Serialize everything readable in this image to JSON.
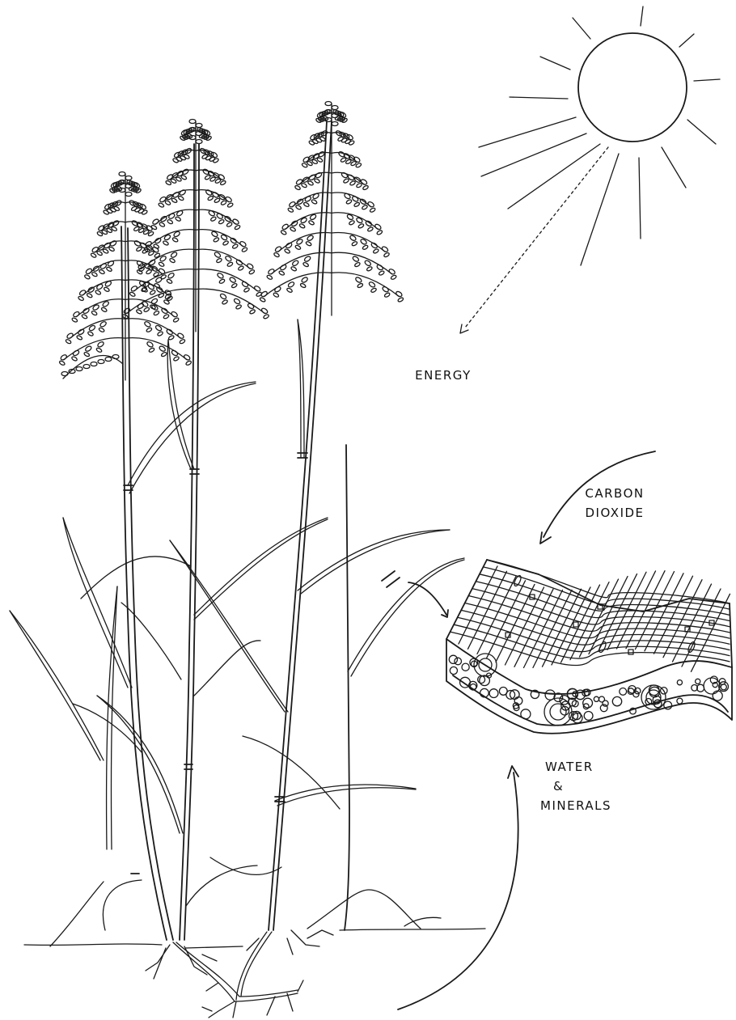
{
  "labels": {
    "energy": "ENERGY",
    "carbon_dioxide_line1": "CARBON",
    "carbon_dioxide_line2": "DIOXIDE",
    "water_line1": "WATER",
    "water_line2": "&",
    "water_line3": "MINERALS"
  },
  "colors": {
    "ink": "#1a1a1a",
    "background": "#ffffff"
  }
}
